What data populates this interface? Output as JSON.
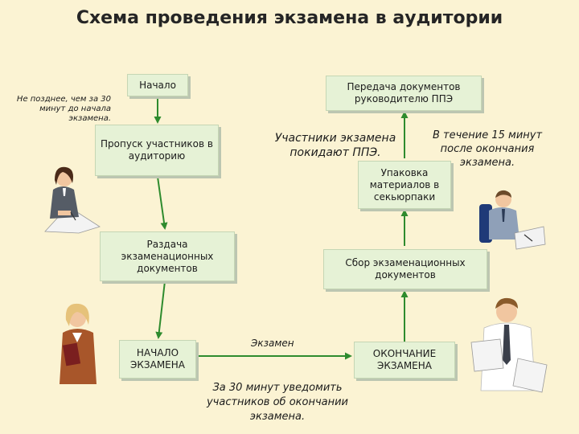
{
  "title": "Схема проведения экзамена в аудитории",
  "nodes": {
    "start": "Начало",
    "admission": "Пропуск участников в аудиторию",
    "distribution": "Раздача экзаменационных документов",
    "exam_start": "НАЧАЛО ЭКЗАМЕНА",
    "exam_end": "ОКОНЧАНИЕ ЭКЗАМЕНА",
    "collection": "Сбор экзаменационных документов",
    "packing": "Упаковка материалов в секьюрпаки",
    "handover": "Передача документов руководителю ППЭ"
  },
  "notes": {
    "before_start": "Не позднее, чем за 30 минут до начала экзамена.",
    "participants_leave": "Участники экзамена покидают ППЭ.",
    "within_15": "В течение 15 минут после окончания экзамена.",
    "notify_30": "За 30 минут уведомить участников об окончании экзамена."
  },
  "edge_labels": {
    "exam": "Экзамен"
  },
  "colors": {
    "box_fill": "#e6f2d6",
    "arrow": "#2e8b2e",
    "background": "#fbf3d3"
  }
}
